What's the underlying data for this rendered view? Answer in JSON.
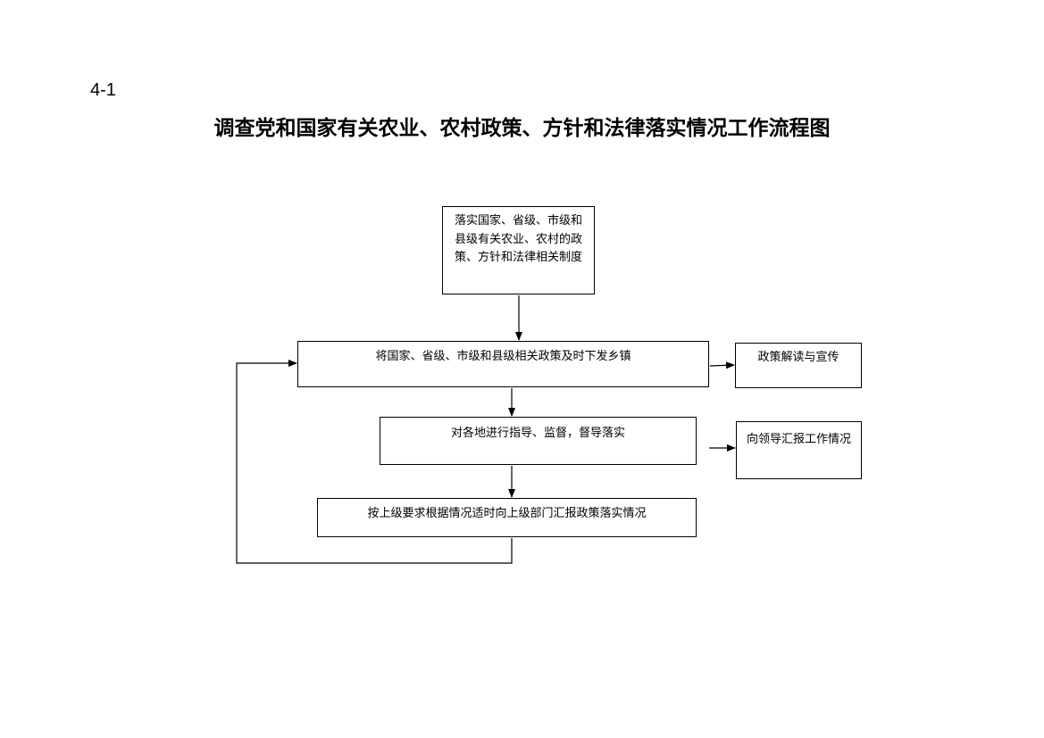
{
  "page_number": "4-1",
  "title": "调查党和国家有关农业、农村政策、方针和法律落实情况工作流程图",
  "nodes": {
    "implement_policies": "落实国家、省级、市级和县级有关农业、农村的政策、方针和法律相关制度",
    "issue_policies": "将国家、省级、市级和县级相关政策及时下发乡镇",
    "guide_supervise": "对各地进行指导、监督，督导落实",
    "report_upward": "按上级要求根据情况适时向上级部门汇报政策落实情况",
    "policy_publicity": "政策解读与宣传",
    "report_leadership": "向领导汇报工作情况"
  },
  "edges": [
    {
      "from": "implement_policies",
      "to": "issue_policies"
    },
    {
      "from": "issue_policies",
      "to": "guide_supervise"
    },
    {
      "from": "guide_supervise",
      "to": "report_upward"
    },
    {
      "from": "issue_policies",
      "to": "policy_publicity"
    },
    {
      "from": "guide_supervise",
      "to": "report_leadership"
    },
    {
      "from": "report_upward",
      "to": "issue_policies"
    }
  ]
}
